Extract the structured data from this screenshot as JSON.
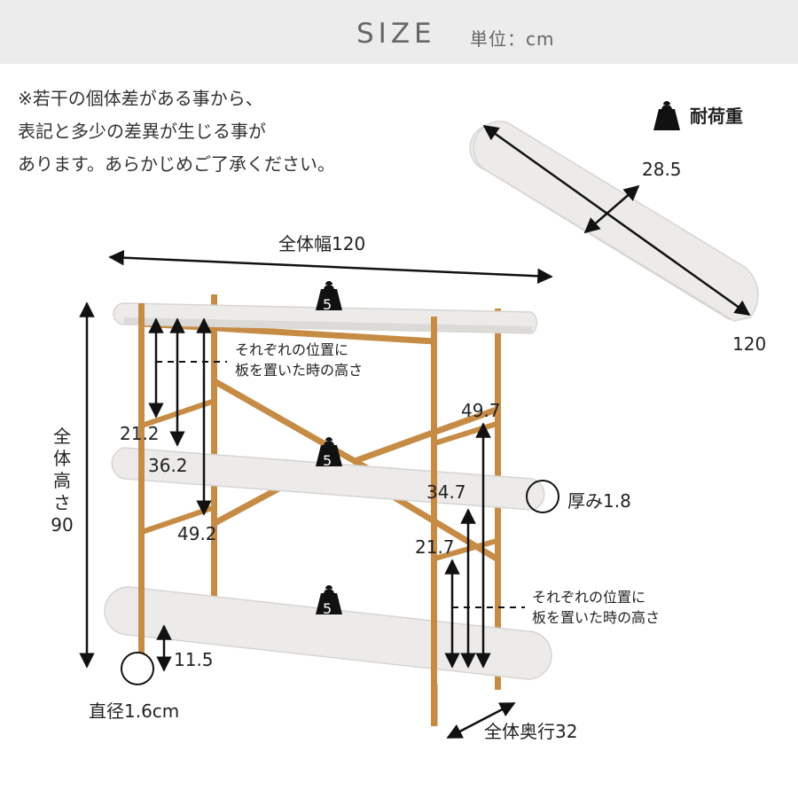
{
  "header": {
    "title": "SIZE",
    "unit": "単位：cm"
  },
  "note": [
    "※若干の個体差がある事から、",
    "表記と多少の差異が生じる事が",
    "あります。あらかじめご了承ください。"
  ],
  "load": {
    "label": "耐荷重",
    "value": "5"
  },
  "top_view": {
    "depth": "28.5",
    "width": "120"
  },
  "overall": {
    "width": "全体幅120",
    "height_label": [
      "全",
      "体",
      "高",
      "さ"
    ],
    "height_value": "90",
    "depth": "全体奥行32"
  },
  "dims": {
    "left_a": "21.2",
    "left_b": "36.2",
    "left_c": "49.2",
    "right_a": "49.7",
    "right_b": "34.7",
    "right_c": "21.7",
    "bottom_gap": "11.5",
    "thickness": "厚み1.8",
    "diameter": "直径1.6cm"
  },
  "shelf_note": [
    "それぞれの位置に",
    "板を置いた時の高さ"
  ],
  "colors": {
    "frame": "#c68c45",
    "shelf": "#ecebe9",
    "shelf_edge": "#d7d5d2",
    "header_bg": "#ececec",
    "text": "#222222"
  }
}
